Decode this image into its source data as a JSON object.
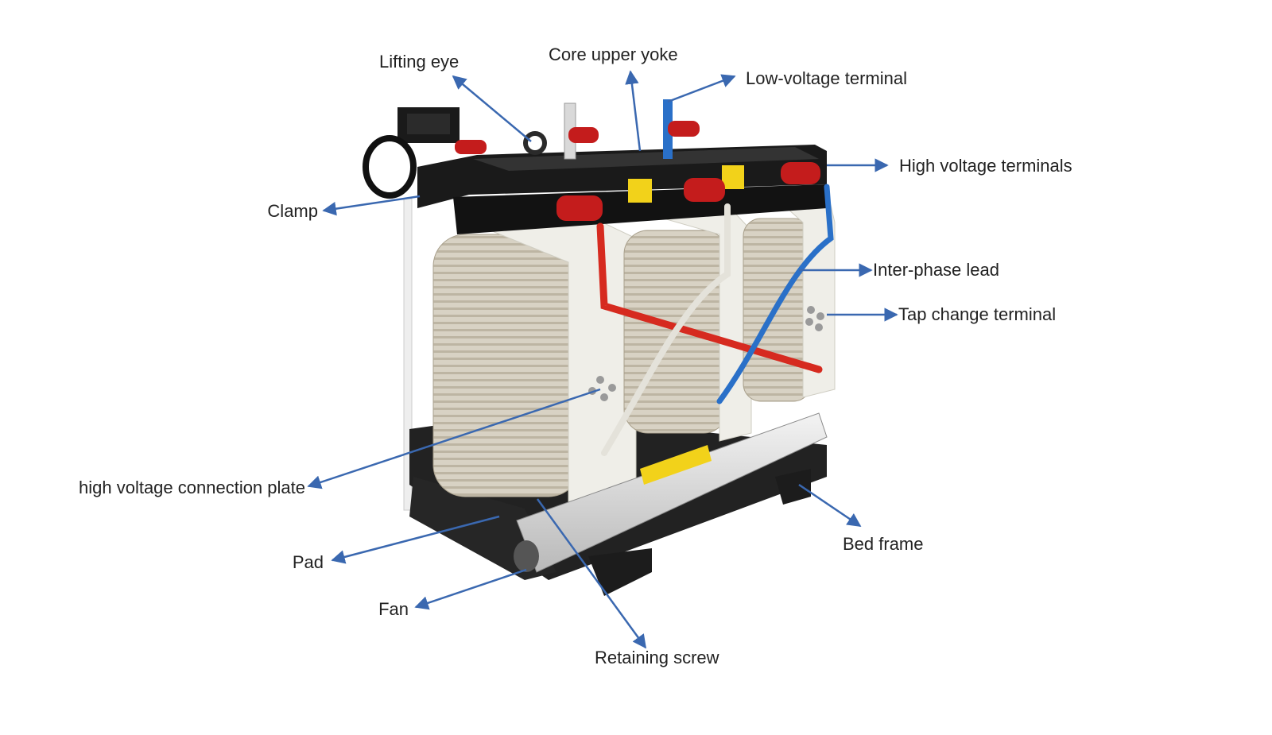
{
  "labels": {
    "lifting_eye": "Lifting eye",
    "core_upper_yoke": "Core upper yoke",
    "low_voltage_terminal": "Low-voltage terminal",
    "high_voltage_terminals": "High voltage terminals",
    "clamp": "Clamp",
    "inter_phase_lead": "Inter-phase lead",
    "tap_change_terminal": "Tap change terminal",
    "high_voltage_connection_plate": "high voltage connection plate",
    "bed_frame": "Bed frame",
    "pad": "Pad",
    "fan": "Fan",
    "retaining_screw": "Retaining screw"
  },
  "colors": {
    "arrow": "#3a68b0",
    "frame": "#1a1a1a",
    "coil": "#d8d2c4",
    "coil_rib": "#bdb5a3",
    "board": "#efeee8",
    "insulator": "#c41c1c",
    "warning": "#f2d21a",
    "lead_red": "#d62a1f",
    "lead_blue": "#2a70c8",
    "lead_white": "#e4e2da",
    "fan": "#d9d9d9"
  }
}
